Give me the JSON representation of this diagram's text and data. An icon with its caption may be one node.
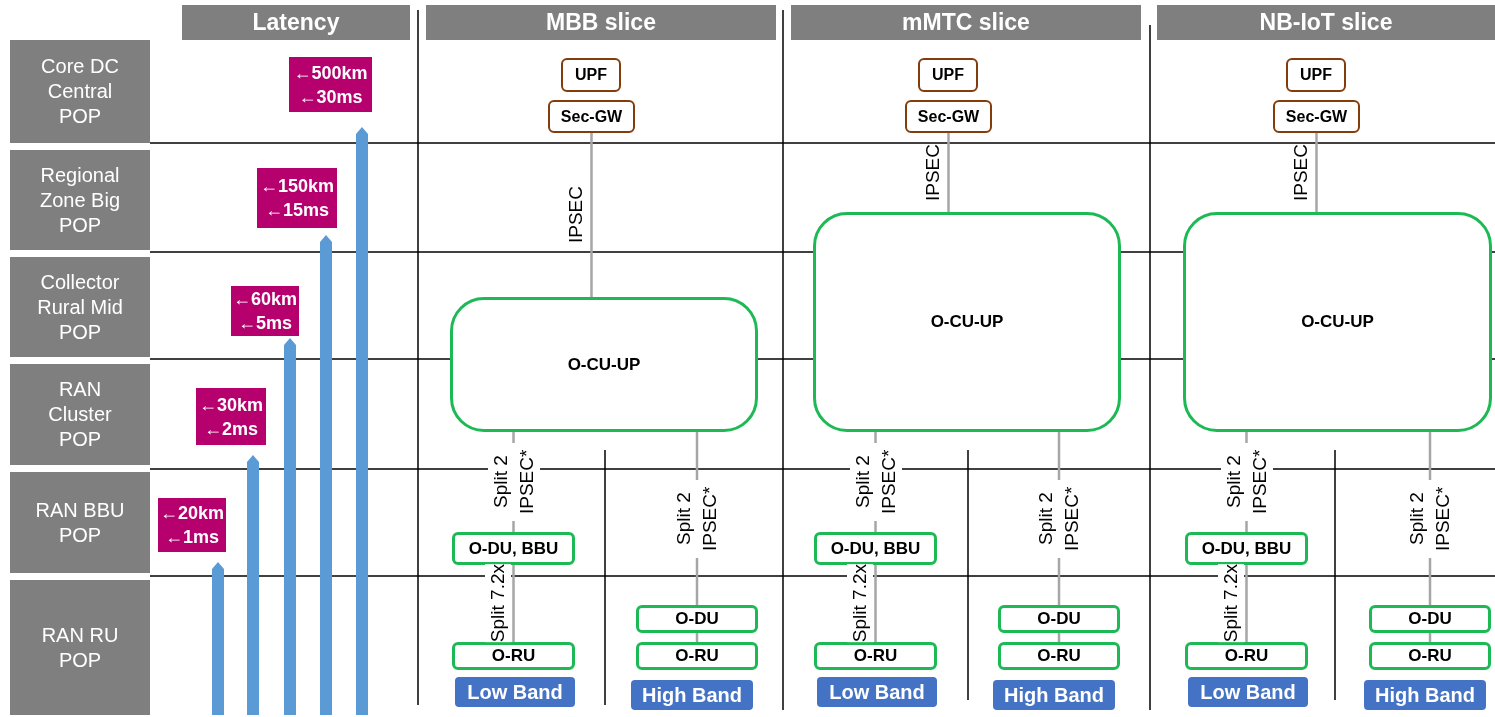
{
  "diagram": {
    "nodes": [
      {
        "text": [
          "Latency"
        ]
      },
      {
        "text": [
          "MBB slice"
        ]
      },
      {
        "text": [
          "mMTC slice"
        ]
      },
      {
        "text": [
          "NB-IoT slice"
        ]
      },
      {
        "text": [
          "Core DC Central POP"
        ]
      },
      {
        "text": [
          "Regional Zone Big POP"
        ]
      },
      {
        "text": [
          "Collector Rural Mid POP"
        ]
      },
      {
        "text": [
          "RAN Cluster POP"
        ]
      },
      {
        "text": [
          "RAN BBU POP"
        ]
      },
      {
        "text": [
          "RAN RU POP"
        ]
      },
      {
        "text": [
          "←500km",
          "←30ms"
        ]
      },
      {
        "text": [
          "←150km",
          "←15ms"
        ]
      },
      {
        "text": [
          "←60km",
          "←5ms"
        ]
      },
      {
        "text": [
          "←30km",
          "←2ms"
        ]
      },
      {
        "text": [
          "←20km",
          "←1ms"
        ]
      },
      {
        "text": [
          "UPF"
        ]
      },
      {
        "text": [
          "Sec-GW"
        ]
      },
      {
        "text": [
          "O-CU-UP"
        ]
      },
      {
        "text": [
          "O-DU, BBU"
        ]
      },
      {
        "text": [
          "O-DU"
        ]
      },
      {
        "text": [
          "O-RU"
        ]
      },
      {
        "text": [
          "O-RU"
        ]
      },
      {
        "text": [
          "Low Band"
        ]
      },
      {
        "text": [
          "High Band"
        ]
      },
      {
        "text": [
          "UPF"
        ]
      },
      {
        "text": [
          "Sec-GW"
        ]
      },
      {
        "text": [
          "O-CU-UP"
        ]
      },
      {
        "text": [
          "O-DU, BBU"
        ]
      },
      {
        "text": [
          "O-DU"
        ]
      },
      {
        "text": [
          "O-RU"
        ]
      },
      {
        "text": [
          "O-RU"
        ]
      },
      {
        "text": [
          "Low Band"
        ]
      },
      {
        "text": [
          "High Band"
        ]
      },
      {
        "text": [
          "UPF"
        ]
      },
      {
        "text": [
          "Sec-GW"
        ]
      },
      {
        "text": [
          "O-CU-UP"
        ]
      },
      {
        "text": [
          "O-DU, BBU"
        ]
      },
      {
        "text": [
          "O-DU"
        ]
      },
      {
        "text": [
          "O-RU"
        ]
      },
      {
        "text": [
          "O-RU"
        ]
      },
      {
        "text": [
          "Low Band"
        ]
      },
      {
        "text": [
          "High Band"
        ]
      }
    ],
    "edges": [
      {
        "from": 16,
        "to": 17,
        "arrow": "none",
        "label": "IPSEC"
      },
      {
        "from": 17,
        "to": 18,
        "arrow": "none",
        "label": "Split 2 IPSEC*"
      },
      {
        "from": 18,
        "to": 20,
        "arrow": "none",
        "label": "Split 7.2x"
      },
      {
        "from": 17,
        "to": 19,
        "arrow": "none",
        "label": "Split 2 IPSEC*"
      },
      {
        "from": 19,
        "to": 21,
        "arrow": "none"
      },
      {
        "from": 25,
        "to": 26,
        "arrow": "none",
        "label": "IPSEC"
      },
      {
        "from": 26,
        "to": 27,
        "arrow": "none",
        "label": "Split 2 IPSEC*"
      },
      {
        "from": 27,
        "to": 29,
        "arrow": "none",
        "label": "Split 7.2x"
      },
      {
        "from": 26,
        "to": 28,
        "arrow": "none",
        "label": "Split 2 IPSEC*"
      },
      {
        "from": 28,
        "to": 30,
        "arrow": "none"
      },
      {
        "from": 34,
        "to": 35,
        "arrow": "none",
        "label": "IPSEC"
      },
      {
        "from": 35,
        "to": 36,
        "arrow": "none",
        "label": "Split 2 IPSEC*"
      },
      {
        "from": 36,
        "to": 38,
        "arrow": "none",
        "label": "Split 7.2x"
      },
      {
        "from": 35,
        "to": 37,
        "arrow": "none",
        "label": "Split 2 IPSEC*"
      },
      {
        "from": 37,
        "to": 39,
        "arrow": "none"
      }
    ]
  }
}
